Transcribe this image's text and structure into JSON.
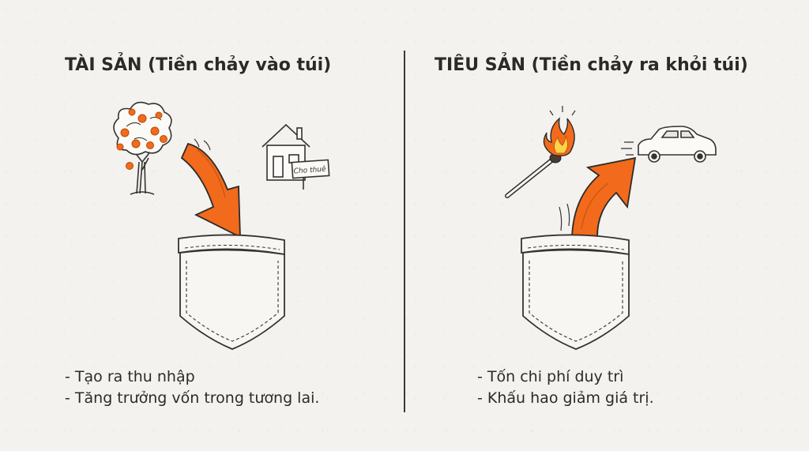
{
  "asset": {
    "title": "TÀI SẢN (Tiền chảy vào túi)",
    "sign_text": "Cho thuê",
    "bullets": [
      "Tạo ra thu nhập",
      "Tăng trưởng vốn trong tương lai."
    ]
  },
  "liability": {
    "title": "TIÊU SẢN (Tiền chảy ra khỏi túi)",
    "bullets": [
      "Tốn chi phí duy trì",
      "Khấu hao giảm giá trị."
    ]
  },
  "colors": {
    "accent_orange": "#f26a1b",
    "ink": "#2b2b2b",
    "background": "#f3f2ee"
  },
  "icons": [
    "orange-tree-icon",
    "house-for-rent-icon",
    "down-arrow-icon",
    "pocket-icon",
    "burning-match-icon",
    "car-icon",
    "up-arrow-icon"
  ]
}
